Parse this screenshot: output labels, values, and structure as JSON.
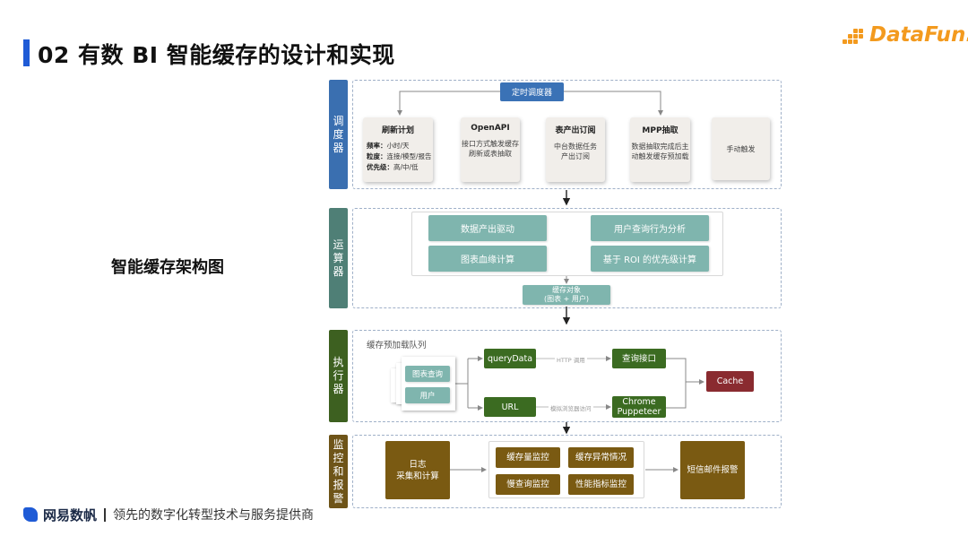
{
  "header": {
    "title": "02 有数 BI 智能缓存的设计和实现",
    "logo_text": "DataFun."
  },
  "side_label": "智能缓存架构图",
  "footer": {
    "brand": "网易数帆",
    "slogan": "领先的数字化转型技术与服务提供商"
  },
  "layers": {
    "scheduler": {
      "tab": "调\n度\n器",
      "timer": "定时调度器",
      "cards": [
        {
          "title": "刷新计划",
          "kv": [
            {
              "k": "频率：",
              "v": "小时/天"
            },
            {
              "k": "粒度：",
              "v": "连接/模型/报告"
            },
            {
              "k": "优先级：",
              "v": "高/中/低"
            }
          ]
        },
        {
          "title": "OpenAPI",
          "lines": [
            "接口方式触发缓存",
            "刷新或表抽取"
          ]
        },
        {
          "title": "表产出订阅",
          "lines": [
            "中台数据任务",
            "产出订阅"
          ]
        },
        {
          "title": "MPP抽取",
          "lines": [
            "数据抽取完成后主",
            "动触发缓存预加载"
          ]
        },
        {
          "title": "",
          "lines": [
            "手动触发"
          ]
        }
      ]
    },
    "operator": {
      "tab": "运\n算\n器",
      "boxes": [
        "数据产出驱动",
        "用户查询行为分析",
        "图表血缘计算",
        "基于 ROI 的优先级计算"
      ],
      "cache_object": [
        "缓存对象",
        "(图表 + 用户)"
      ]
    },
    "executor": {
      "tab": "执\n行\n器",
      "queue_label": "缓存预加载队列",
      "queue_items": [
        "图表查询",
        "用户"
      ],
      "query_data": "queryData",
      "url": "URL",
      "http_label": "HTTP 调用",
      "browser_label": "模拟浏览器访问",
      "query_api": "查询接口",
      "chrome": "Chrome\nPuppeteer",
      "cache": "Cache"
    },
    "monitor": {
      "tab": "监\n控\n和\n报\n警",
      "log": "日志\n采集和计算",
      "items": [
        "缓存量监控",
        "缓存异常情况",
        "慢查询监控",
        "性能指标监控"
      ],
      "alert": "短信邮件报警"
    }
  },
  "colors": {
    "accent_blue": "#1f5bd6",
    "logo_orange": "#f39a1e",
    "scheduler_tab": "#3a6fb0",
    "operator_tab": "#4f7f76",
    "executor_tab": "#3d6020",
    "monitor_tab": "#6e5418"
  }
}
